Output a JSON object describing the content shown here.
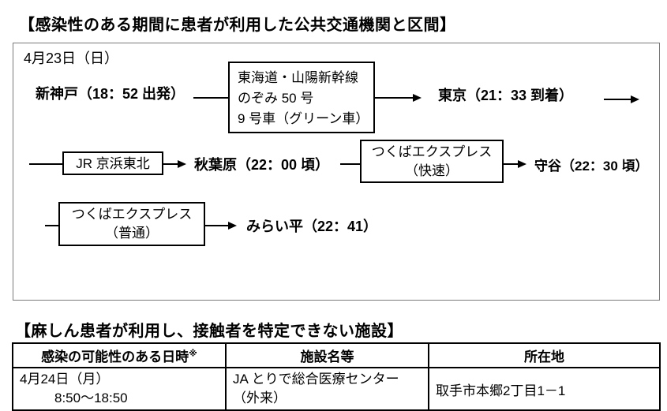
{
  "section1": {
    "title": "【感染性のある期間に患者が利用した公共交通機関と区間】",
    "date": "4月23日（日）",
    "leg1": {
      "from": "新神戸（18：52 出発）",
      "train_lines": [
        "東海道・山陽新幹線",
        "のぞみ 50 号",
        "9 号車（グリーン車）"
      ],
      "to": "東京（21：33 到着）"
    },
    "leg2": {
      "train": "JR 京浜東北",
      "station": "秋葉原（22：00 頃）"
    },
    "leg3": {
      "train_line1": "つくばエクスプレス",
      "train_line2": "（快速）",
      "to": "守谷（22：30 頃）"
    },
    "leg4": {
      "train_line1": "つくばエクスプレス",
      "train_line2": "（普通）",
      "to": "みらい平（22：41）"
    }
  },
  "section2": {
    "title": "【麻しん患者が利用し、接触者を特定できない施設】",
    "table": {
      "headers": [
        "感染の可能性のある日時",
        "施設名等",
        "所在地"
      ],
      "header_note": "※",
      "row": {
        "date_line1": "4月24日（月）",
        "date_line2": "8:50～18:50",
        "facility_line1": "JA とりで総合医療センター",
        "facility_line2": "（外来）",
        "address": "取手市本郷2丁目1－1"
      }
    }
  }
}
